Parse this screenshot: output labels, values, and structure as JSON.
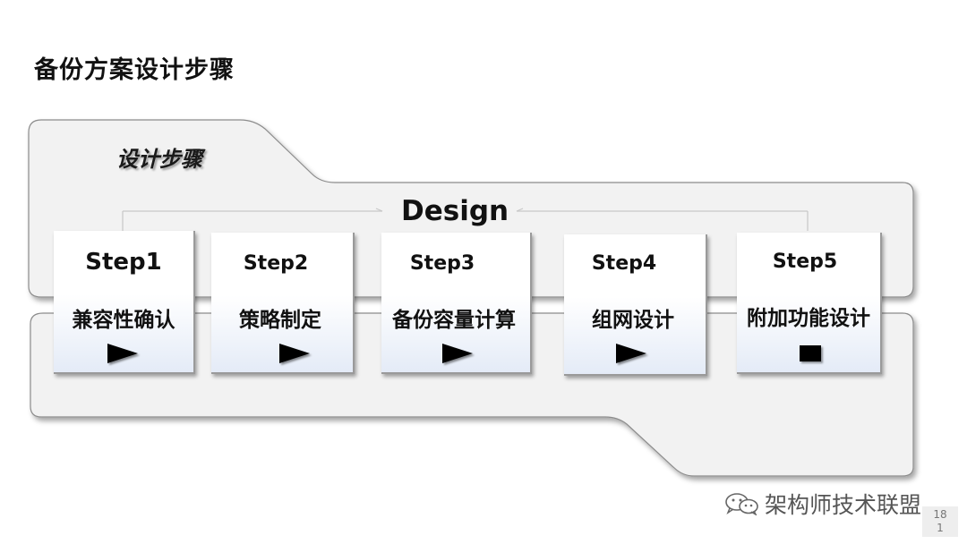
{
  "slide": {
    "title": "备份方案设计步骤",
    "page_number": "18\n1"
  },
  "panel": {
    "label": "设计步骤",
    "flow_label": "Design"
  },
  "steps": [
    {
      "name": "Step1",
      "desc": "兼容性确认",
      "button": "play-icon"
    },
    {
      "name": "Step2",
      "desc": "策略制定",
      "button": "play-icon"
    },
    {
      "name": "Step3",
      "desc": "备份容量计算",
      "button": "play-icon"
    },
    {
      "name": "Step4",
      "desc": "组网设计",
      "button": "play-icon"
    },
    {
      "name": "Step5",
      "desc": "附加功能设计",
      "button": "stop-icon"
    }
  ],
  "watermark": {
    "text": "架构师技术联盟",
    "icon": "wechat-icon"
  },
  "colors": {
    "panel_fill": "#f2f2f2",
    "panel_border": "#8c8c8c",
    "card_gradient_bottom": "#e4ebf7"
  }
}
